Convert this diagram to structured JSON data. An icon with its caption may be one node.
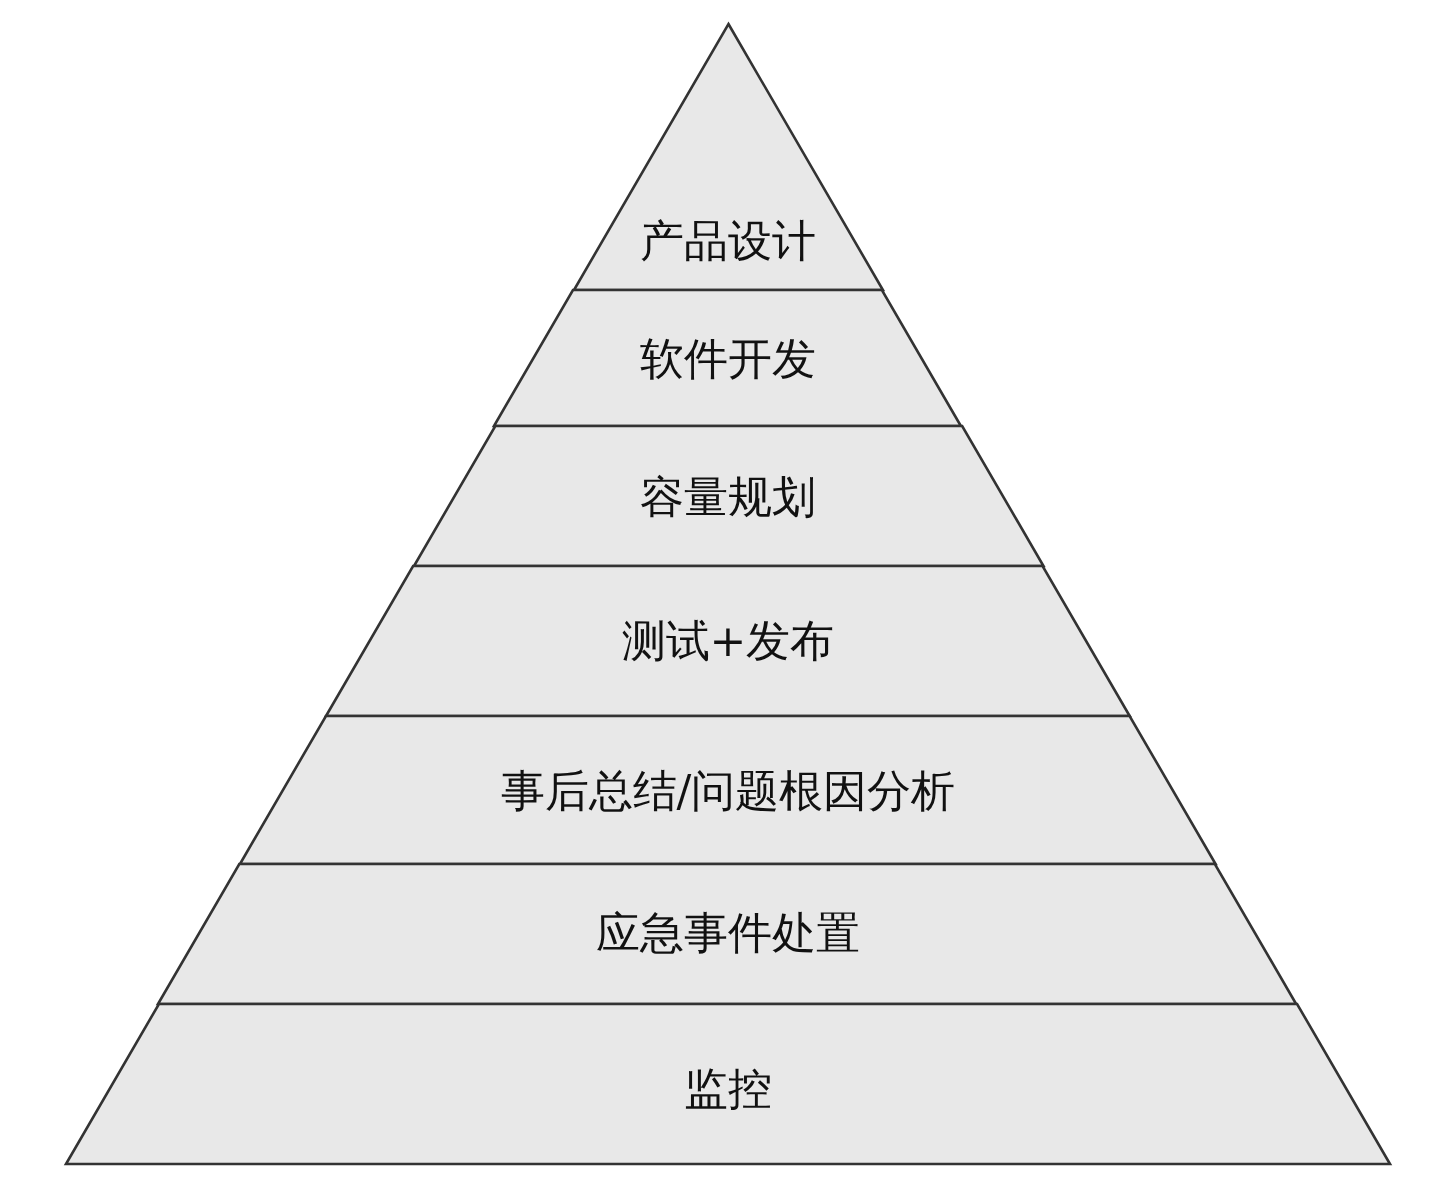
{
  "diagram": {
    "nodes": [
      {
        "text": [
          "产品设计"
        ]
      },
      {
        "text": [
          "软件开发"
        ]
      },
      {
        "text": [
          "容量规划"
        ]
      },
      {
        "text": [
          "测试+发布"
        ]
      },
      {
        "text": [
          "事后总结/问题根因分析"
        ]
      },
      {
        "text": [
          "应急事件处置"
        ]
      },
      {
        "text": [
          "监控"
        ]
      }
    ]
  }
}
